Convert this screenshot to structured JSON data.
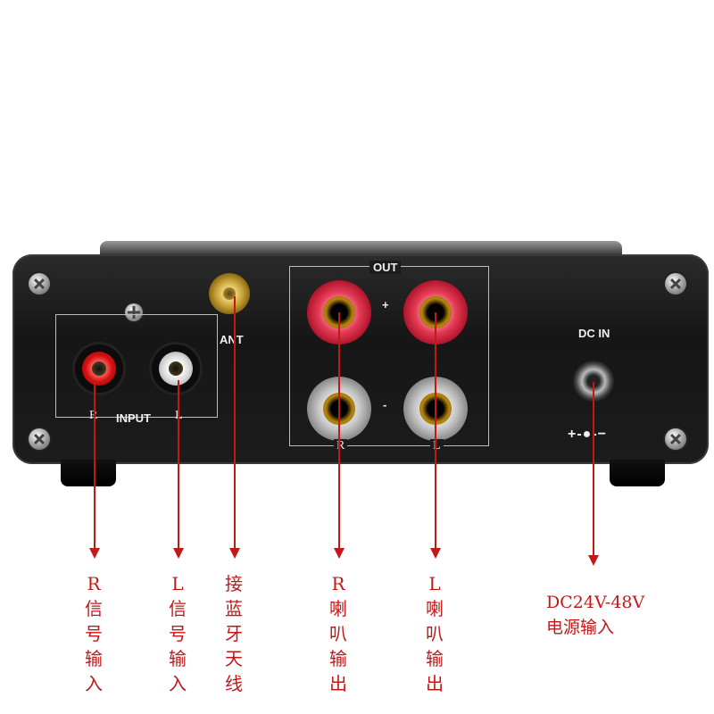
{
  "device": {
    "input_label": "INPUT",
    "input_r_label": "R",
    "input_l_label": "L",
    "ant_label": "ANT",
    "out_label": "OUT",
    "out_plus": "+",
    "out_minus": "-",
    "out_r_label": "R",
    "out_l_label": "L",
    "dc_in_label": "DC IN",
    "polarity_symbol": "+-●-−"
  },
  "annotations": {
    "r_signal_input": [
      "R",
      "信",
      "号",
      "输",
      "入"
    ],
    "l_signal_input": [
      "L",
      "信",
      "号",
      "输",
      "入"
    ],
    "bluetooth_antenna": [
      "接",
      "蓝",
      "牙",
      "天",
      "线"
    ],
    "r_speaker_output": [
      "R",
      "喇",
      "叭",
      "输",
      "出"
    ],
    "l_speaker_output": [
      "L",
      "喇",
      "叭",
      "输",
      "出"
    ],
    "dc_power_line1": "DC24V-48V",
    "dc_power_line2": "电源输入"
  },
  "colors": {
    "annotation_red": "#c21818",
    "red_post": "#e53b55",
    "gold_connector": "#c9a238"
  }
}
